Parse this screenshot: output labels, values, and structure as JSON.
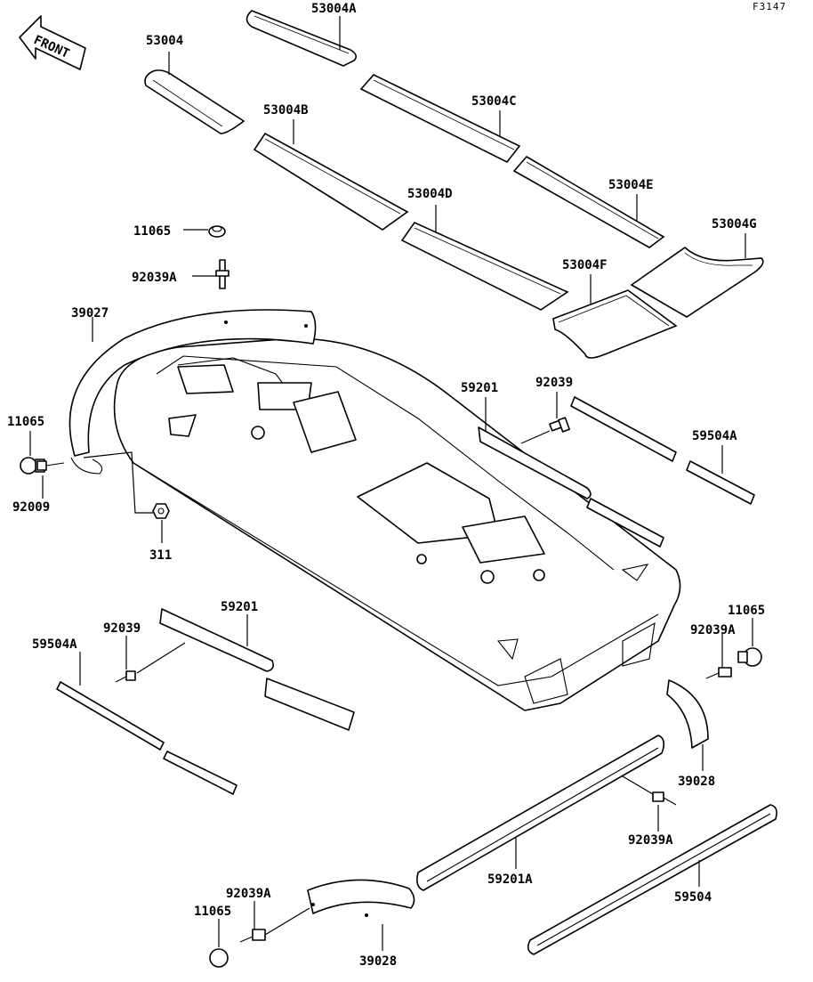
{
  "figure_code": "F3147",
  "front_arrow_text": "FRONT",
  "callouts": {
    "c_53004A": "53004A",
    "c_53004": "53004",
    "c_53004B": "53004B",
    "c_53004C": "53004C",
    "c_53004D": "53004D",
    "c_53004E": "53004E",
    "c_53004G": "53004G",
    "c_53004F": "53004F",
    "c_11065_top": "11065",
    "c_92039A_top": "92039A",
    "c_39027": "39027",
    "c_11065_left": "11065",
    "c_92009": "92009",
    "c_311": "311",
    "c_59201_right": "59201",
    "c_92039_right": "92039",
    "c_59504A_right": "59504A",
    "c_59201_left": "59201",
    "c_92039_left": "92039",
    "c_59504A_left": "59504A",
    "c_11065_right": "11065",
    "c_92039A_right": "92039A",
    "c_39028_right": "39028",
    "c_92039A_mid": "92039A",
    "c_59201A": "59201A",
    "c_59504": "59504",
    "c_92039A_bottom": "92039A",
    "c_11065_bottom": "11065",
    "c_39028_bottom": "39028"
  }
}
